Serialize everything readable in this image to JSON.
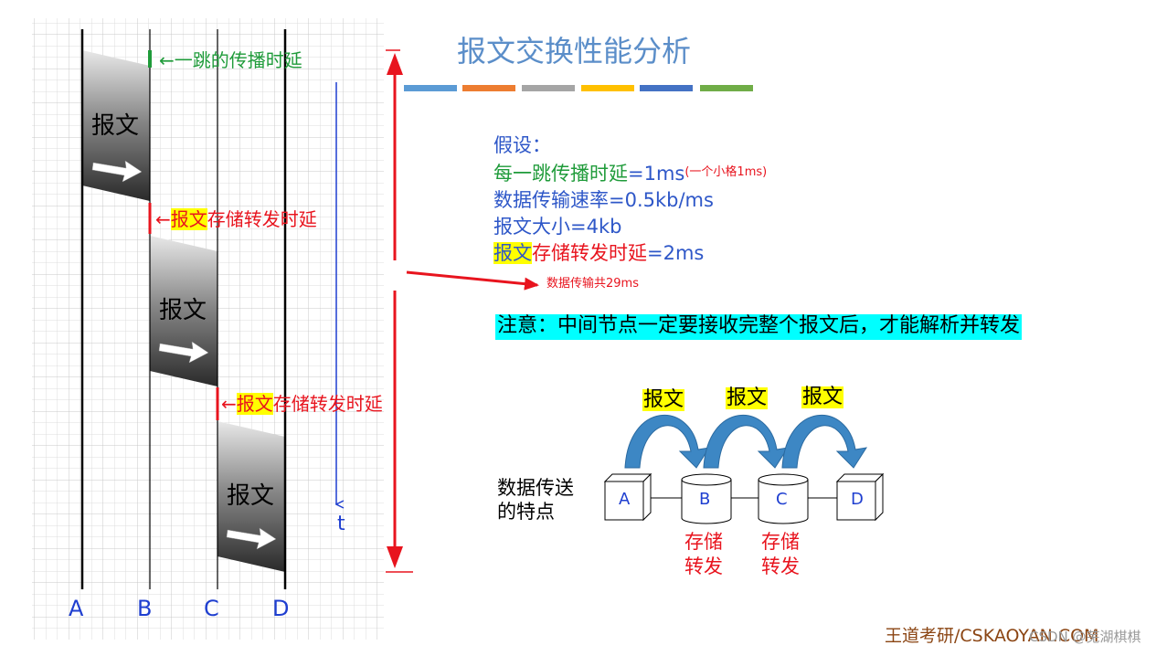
{
  "title": "报文交换性能分析",
  "colors": {
    "title": "#5b8ec9",
    "blue_text": "#2e57c8",
    "green": "#1f9b3a",
    "red": "#e8141e",
    "highlight_yellow": "#ffff00",
    "highlight_cyan": "#00ffff",
    "arrow_blue": "#3d87c4",
    "time_axis": "#1f3fd0"
  },
  "title_bar_colors": [
    "#5b9bd5",
    "#ed7d31",
    "#a5a5a5",
    "#ffc000",
    "#4472c4",
    "#70ad47"
  ],
  "timeline": {
    "nodes": [
      "A",
      "B",
      "C",
      "D"
    ],
    "axis_label": "t",
    "messages": [
      {
        "label": "报文"
      },
      {
        "label": "报文"
      },
      {
        "label": "报文"
      }
    ],
    "prop_delay_label": "←一跳的传播时延",
    "store_labels": [
      {
        "arrow": "←",
        "highlight": "报文",
        "rest": "存储转发时延"
      },
      {
        "arrow": "←",
        "highlight": "报文",
        "rest": "存储转发时延"
      }
    ]
  },
  "assumptions": {
    "heading": "假设：",
    "line1_label": "每一跳传播时延",
    "line1_value": "=1ms",
    "line1_note": "(一个小格1ms)",
    "line2": "数据传输速率=0.5kb/ms",
    "line3": "报文大小=4kb",
    "line4_highlight": "报文",
    "line4_label": "存储转发时延",
    "line4_value": "=2ms"
  },
  "total_note": "数据传输共29ms",
  "attention": "注意：中间节点一定要接收完整个报文后，才能解析并转发",
  "network": {
    "caption_line1": "数据传送",
    "caption_line2": "的特点",
    "nodes": [
      "A",
      "B",
      "C",
      "D"
    ],
    "arrow_labels": [
      "报文",
      "报文",
      "报文"
    ],
    "store_label_line1": "存储",
    "store_label_line2": "转发",
    "store_label_b_line1": "存储",
    "store_label_b_line2": "转发"
  },
  "footer": {
    "brand": "王道考研/CSKAOYAN.COM",
    "credit": "CSDN @芜湖棋棋"
  }
}
